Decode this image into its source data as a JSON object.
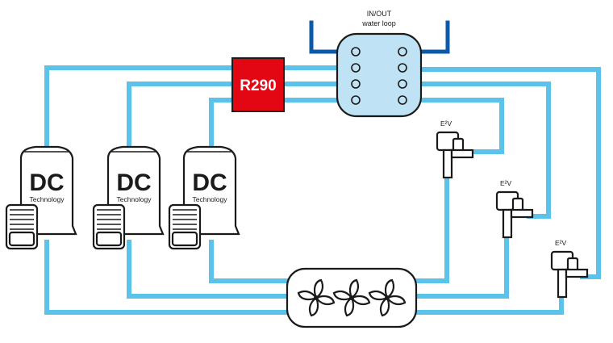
{
  "heat_exchanger": {
    "label_line1": "IN/OUT",
    "label_line2": "water loop"
  },
  "refrigerant": {
    "label": "R290",
    "color": "#e30613"
  },
  "compressors": [
    {
      "brand": "DC",
      "subtitle": "Technology"
    },
    {
      "brand": "DC",
      "subtitle": "Technology"
    },
    {
      "brand": "DC",
      "subtitle": "Technology"
    }
  ],
  "valves": [
    {
      "label": "E²V"
    },
    {
      "label": "E²V"
    },
    {
      "label": "E²V"
    }
  ],
  "colors": {
    "pipe": "#5bc3ea",
    "water_pipe": "#0a5aa8",
    "exchanger_fill": "#bfe3f5",
    "outline": "#1a1a1a"
  },
  "icons": [
    "compressor-icon",
    "expansion-valve-icon",
    "fan-icon",
    "plate-heat-exchanger-icon"
  ]
}
